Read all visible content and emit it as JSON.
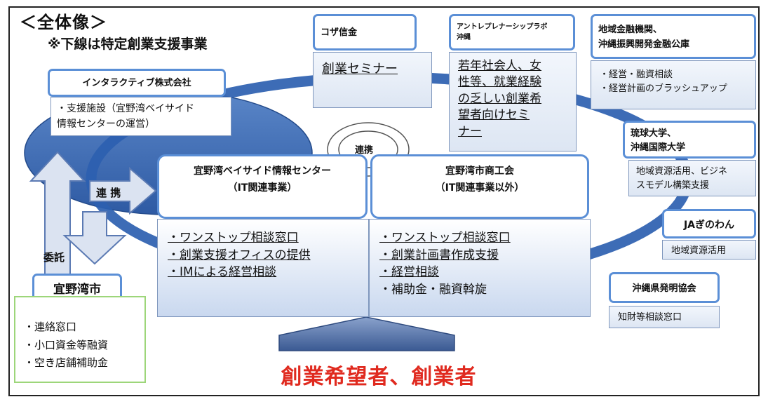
{
  "header": {
    "title": "＜全体像＞",
    "note": "※下線は特定創業支援事業"
  },
  "colors": {
    "ellipse": "#3f6ab1",
    "ring": "#2d5fb0",
    "box_border": "#5b8fd6",
    "red_text": "#e02a1f",
    "green_border": "#9dd67a"
  },
  "nodes": {
    "interactive": {
      "name": "インタラクティブ株式会社",
      "lines": [
        "・支援施設（宜野湾ベイサイド",
        "情報センターの運営）"
      ]
    },
    "koza": {
      "name": "コザ信金",
      "items": [
        "創業セミナー"
      ]
    },
    "ant": {
      "name": "アントレプレナーシップラボ",
      "name2": "沖縄",
      "lines": [
        "若年社会人、女",
        "性等、就業経験",
        "の乏しい創業希",
        "望者向けセミ",
        "ナー"
      ]
    },
    "finance": {
      "name": "地域金融機関、",
      "name2": "沖縄振興開発金融公庫",
      "lines": [
        "・経営・融資相談",
        "・経営計画のブラッシュアップ"
      ]
    },
    "univ": {
      "name": "琉球大学、",
      "name2": "沖縄国際大学",
      "lines": [
        "地域資源活用、ビジネ",
        "スモデル構築支援"
      ]
    },
    "ja": {
      "name": "JAぎのわん",
      "lines": [
        "地域資源活用"
      ]
    },
    "invention": {
      "name": "沖縄県発明協会",
      "lines": [
        "知財等相談窓口"
      ]
    },
    "bayside": {
      "name": "宜野湾ベイサイド情報センター",
      "sub": "（IT関連事業）",
      "items": [
        "・ワンストップ相談窓口",
        "・創業支援オフィスの提供",
        "・IMによる経営相談"
      ]
    },
    "chamber": {
      "name": "宜野湾市商工会",
      "sub": "（IT関連事業以外）",
      "items": [
        "・ワンストップ相談窓口",
        "・創業計画書作成支援",
        "・経営相談",
        "・補助金・融資斡旋"
      ]
    },
    "city": {
      "name": "宜野湾市",
      "items": [
        "・連絡窓口",
        "・小口資金等融資",
        "・空き店舗補助金"
      ]
    }
  },
  "labels": {
    "renkei_center": "連携",
    "renkei_left": "連 携",
    "itaku": "委託"
  },
  "bottom_text": "創業希望者、創業者"
}
